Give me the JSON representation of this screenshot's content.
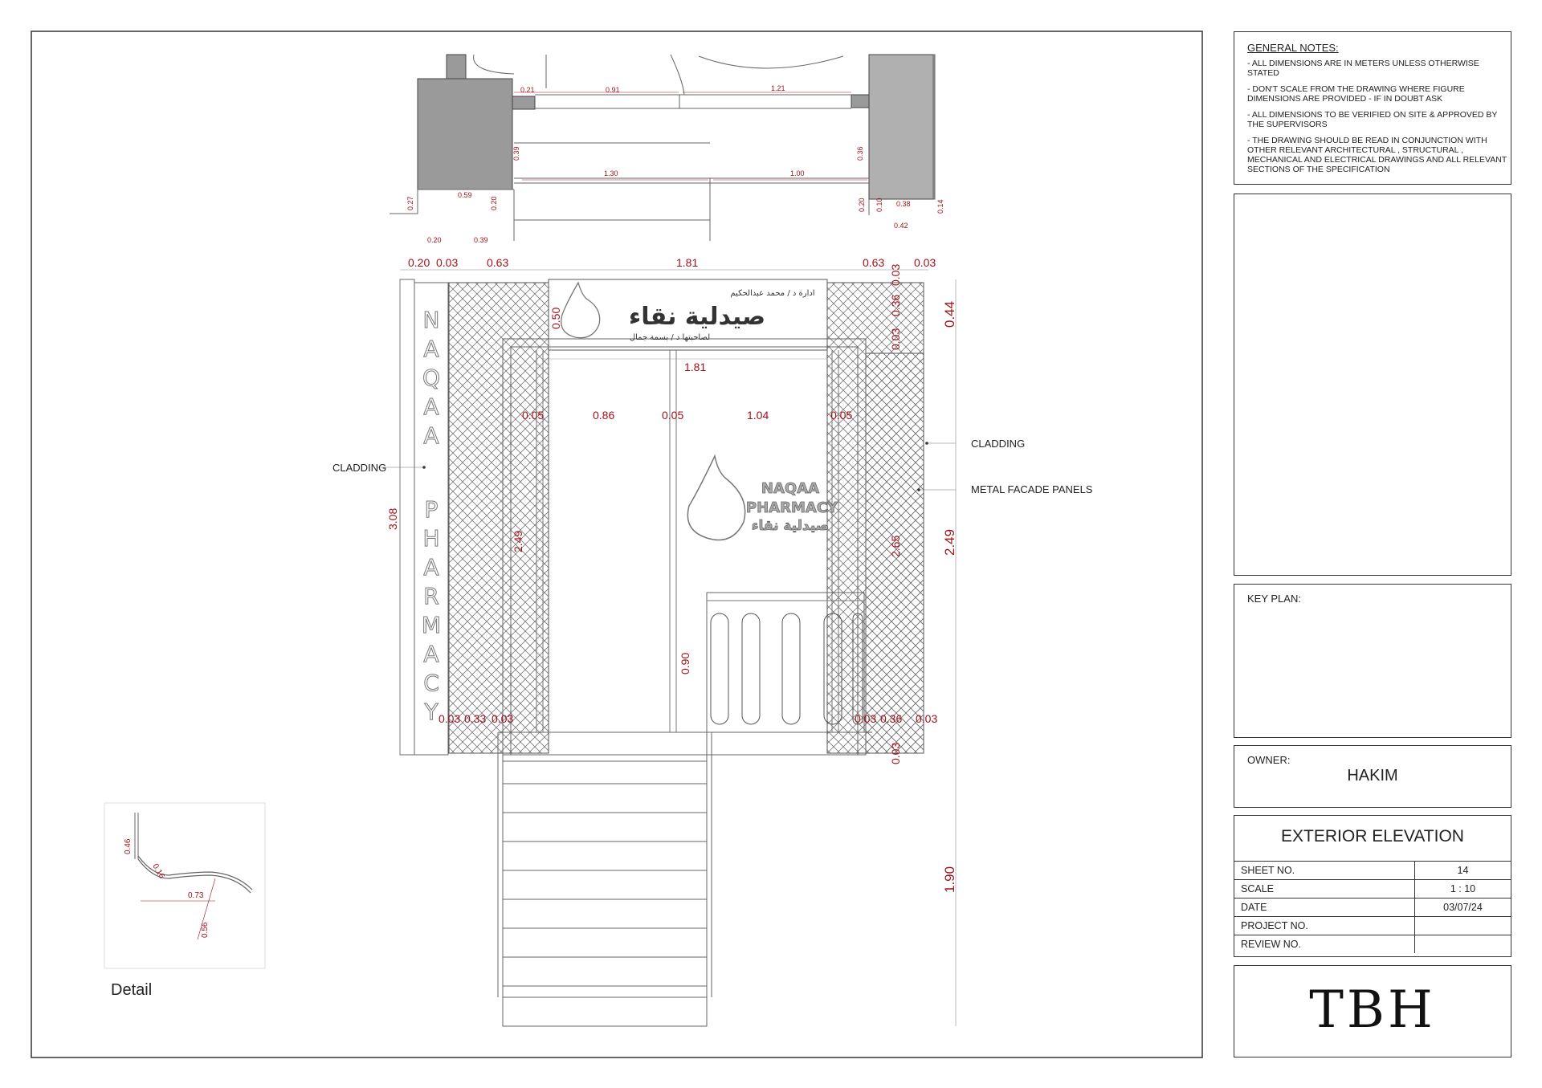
{
  "notes": {
    "title": "GENERAL NOTES:",
    "items": [
      "- ALL DIMENSIONS ARE IN METERS UNLESS OTHERWISE STATED",
      "- DON'T SCALE FROM THE DRAWING WHERE FIGURE DIMENSIONS ARE PROVIDED - IF IN DOUBT ASK",
      "- ALL DIMENSIONS TO BE VERIFIED ON SITE & APPROVED BY THE SUPERVISORS",
      "- THE DRAWING SHOULD BE READ IN CONJUNCTION WITH OTHER RELEVANT ARCHITECTURAL , STRUCTURAL , MECHANICAL AND ELECTRICAL DRAWINGS AND ALL RELEVANT SECTIONS OF THE SPECIFICATION"
    ]
  },
  "key_plan": {
    "label": "KEY PLAN:"
  },
  "owner": {
    "label": "OWNER:",
    "name": "HAKIM"
  },
  "sheet": {
    "title": "EXTERIOR ELEVATION",
    "rows": [
      {
        "label": "SHEET NO.",
        "value": "14"
      },
      {
        "label": "SCALE",
        "value": "1 : 10"
      },
      {
        "label": "DATE",
        "value": "03/07/24"
      },
      {
        "label": "PROJECT NO.",
        "value": ""
      },
      {
        "label": "REVIEW NO.",
        "value": ""
      }
    ]
  },
  "logo": "TBH",
  "detail": {
    "caption": "Detail",
    "dims": {
      "d1": "0.46",
      "d2": "0.16",
      "d3": "0.73",
      "d4": "0.56"
    }
  },
  "drawing": {
    "callouts": {
      "cladding_left": "CLADDING",
      "cladding_right": "CLADDING",
      "metal_panels": "METAL FACADE PANELS"
    },
    "vertical_sign": [
      "N",
      "A",
      "Q",
      "A",
      "A",
      "P",
      "H",
      "A",
      "R",
      "M",
      "A",
      "C",
      "Y"
    ],
    "signboard": {
      "top_line": "ادارة د / محمد عبدالحكيم",
      "main": "صيدلية نقاء",
      "bottom_line": "لصاحبتها د / بسمة جمال"
    },
    "door_logo": {
      "line1": "NAQAA",
      "line2": "PHARMACY",
      "line3": "صيدلية نقاء"
    },
    "dims": {
      "top_row": [
        "0.20",
        "0.03",
        "0.63",
        "1.81",
        "0.63",
        "0.03"
      ],
      "sign_width": "1.81",
      "sign_height": "0.50",
      "door_row": [
        "0.05",
        "0.86",
        "0.05",
        "1.04",
        "0.05"
      ],
      "height_total": "3.08",
      "door_height": "2.49",
      "right_total": "2.49",
      "right_top": "0.44",
      "right_stack": [
        "0.03",
        "0.36",
        "0.03"
      ],
      "panel_height": "2.65",
      "rail_height": "0.90",
      "base_left": [
        "0.03",
        "0.33",
        "0.03"
      ],
      "base_right": [
        "0.03",
        "0.36",
        "0.03"
      ],
      "base_vert": "0.03",
      "stair_height": "1.90"
    },
    "plan_dims": {
      "a": "0.21",
      "b": "0.91",
      "c": "1.21",
      "d": "1.30",
      "e": "1.00",
      "f": "0.39",
      "g": "0.59",
      "h": "0.27",
      "i": "0.20",
      "j": "0.39",
      "k": "0.20",
      "l": "0.36",
      "m": "0.38",
      "n": "0.42",
      "o": "0.14",
      "p": "0.20",
      "q": "0.10"
    }
  },
  "colors": {
    "dim": "#a0121c",
    "line": "#555555",
    "frame": "#333333"
  }
}
